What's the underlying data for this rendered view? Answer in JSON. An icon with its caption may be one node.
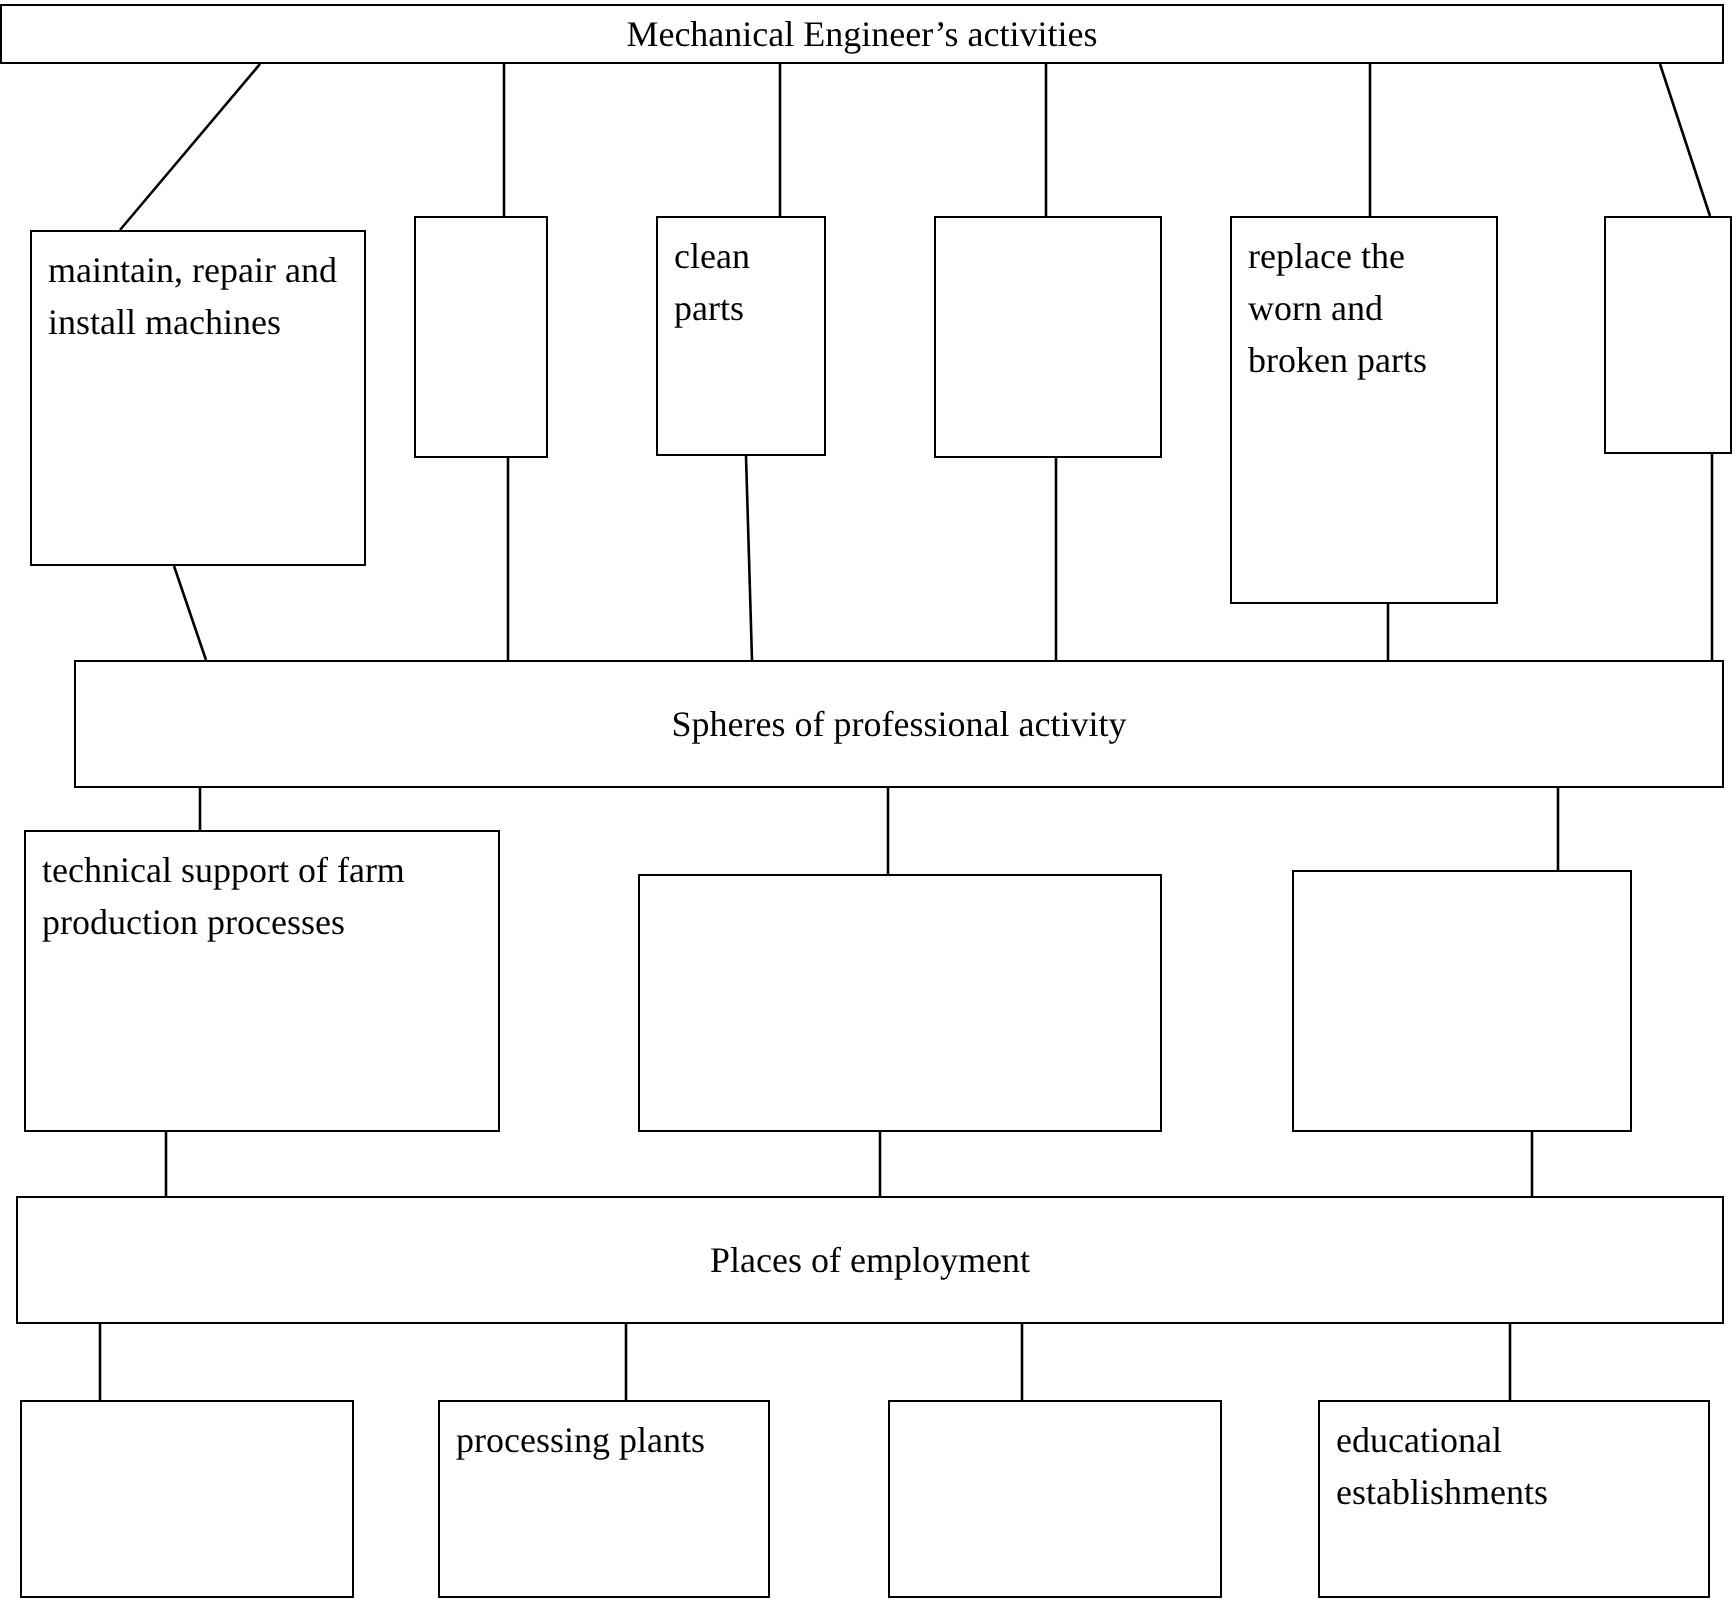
{
  "diagram": {
    "nodes": [
      {
        "text": [
          "Mechanical Engineer’s activities"
        ]
      },
      {
        "text": [
          "maintain, repair and install machines"
        ]
      },
      {
        "text": [],
        "shape": "box"
      },
      {
        "text": [
          "clean parts"
        ]
      },
      {
        "text": [],
        "shape": "box"
      },
      {
        "text": [
          "replace the worn and broken parts"
        ]
      },
      {
        "text": [],
        "shape": "box"
      },
      {
        "text": [
          "Spheres of professional activity"
        ]
      },
      {
        "text": [
          "technical support of farm production processes"
        ]
      },
      {
        "text": [],
        "shape": "box"
      },
      {
        "text": [],
        "shape": "box"
      },
      {
        "text": [
          "Places of employment"
        ]
      },
      {
        "text": [],
        "shape": "box"
      },
      {
        "text": [
          "processing plants"
        ]
      },
      {
        "text": [],
        "shape": "box"
      },
      {
        "text": [
          "educational establishments"
        ]
      }
    ],
    "edges": [
      {
        "from": 0,
        "to": 1,
        "arrow": "none"
      },
      {
        "from": 0,
        "to": 2,
        "arrow": "none"
      },
      {
        "from": 0,
        "to": 3,
        "arrow": "none"
      },
      {
        "from": 0,
        "to": 4,
        "arrow": "none"
      },
      {
        "from": 0,
        "to": 5,
        "arrow": "none"
      },
      {
        "from": 0,
        "to": 6,
        "arrow": "none"
      },
      {
        "from": 1,
        "to": 7,
        "arrow": "none"
      },
      {
        "from": 2,
        "to": 7,
        "arrow": "none"
      },
      {
        "from": 3,
        "to": 7,
        "arrow": "none"
      },
      {
        "from": 4,
        "to": 7,
        "arrow": "none"
      },
      {
        "from": 5,
        "to": 7,
        "arrow": "none"
      },
      {
        "from": 6,
        "to": 7,
        "arrow": "none"
      },
      {
        "from": 7,
        "to": 8,
        "arrow": "none"
      },
      {
        "from": 7,
        "to": 9,
        "arrow": "none"
      },
      {
        "from": 7,
        "to": 10,
        "arrow": "none"
      },
      {
        "from": 8,
        "to": 11,
        "arrow": "none"
      },
      {
        "from": 9,
        "to": 11,
        "arrow": "none"
      },
      {
        "from": 10,
        "to": 11,
        "arrow": "none"
      },
      {
        "from": 11,
        "to": 12,
        "arrow": "none"
      },
      {
        "from": 11,
        "to": 13,
        "arrow": "none"
      },
      {
        "from": 11,
        "to": 14,
        "arrow": "none"
      },
      {
        "from": 11,
        "to": 15,
        "arrow": "none"
      }
    ]
  }
}
